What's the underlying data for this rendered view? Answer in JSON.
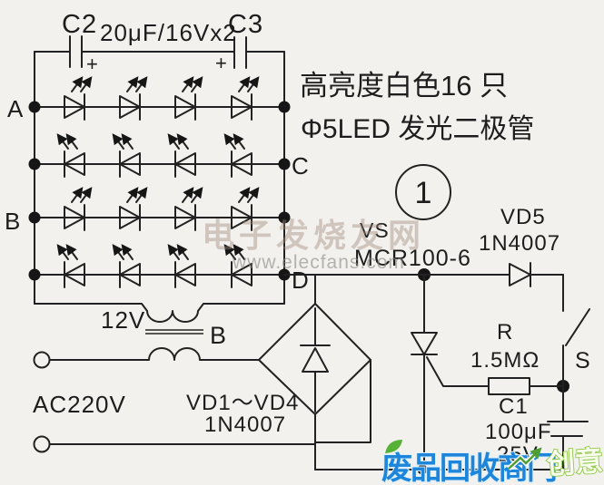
{
  "notes": {
    "line1": "高亮度白色16 只",
    "line2": "Φ5LED 发光二极管"
  },
  "figure": {
    "number": "1"
  },
  "capacitors": {
    "c2": "C2",
    "c3": "C3",
    "top_value": "20μF/16Vx2",
    "plus": "+",
    "c1": "C1",
    "c1_value": "100μF",
    "c1_voltage": "25V"
  },
  "nodes": {
    "a": "A",
    "b": "B",
    "c": "C",
    "d": "D"
  },
  "diodes": {
    "vd5_ref": "VD5",
    "vd5_part": "1N4007",
    "bridge_ref": "VD1～VD4",
    "bridge_part": "1N4007"
  },
  "thyristor": {
    "ref": "VS",
    "part": "MCR100-6"
  },
  "transformer": {
    "secondary_voltage": "12V",
    "ref": "B"
  },
  "power": {
    "ac_input": "AC220V"
  },
  "resistor": {
    "ref": "R",
    "value": "1.5MΩ"
  },
  "switch": {
    "ref": "S"
  },
  "watermarks": {
    "brand": "电子发烧友网",
    "url": "www.elecfans.com",
    "bottom": "废品回收商门",
    "corner": "创意"
  },
  "colors": {
    "ink": "#222222",
    "background": "#f2f1ed",
    "watermark_blue": "#1d86db",
    "watermark_green": "#8dc63f"
  }
}
